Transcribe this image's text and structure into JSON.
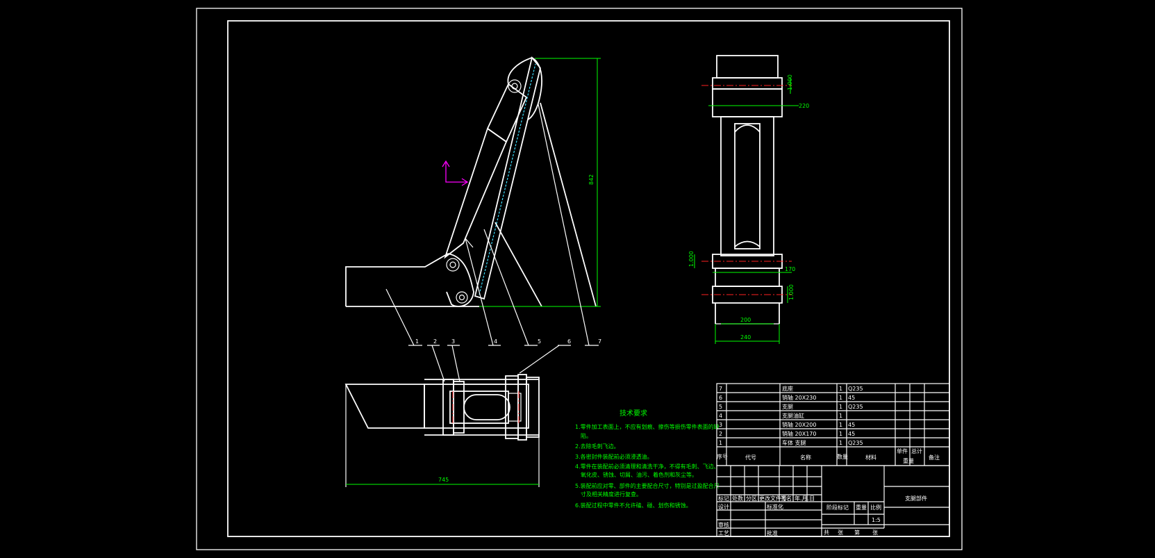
{
  "colors": {
    "background": "#000000",
    "lines": "#ffffff",
    "dimensions": "#00ff00",
    "centerlines": "#ff2020",
    "hatch": "#40e0ff",
    "ucs": "#ff00ff"
  },
  "balloons": [
    "1",
    "2",
    "3",
    "4",
    "5",
    "6",
    "7"
  ],
  "dimensions": {
    "height": "842",
    "length": "745",
    "top_w1": "1.000",
    "top_w2": "220",
    "mid_h": "1.000",
    "mid_w": "170",
    "bot_h": "1.000",
    "bot_w1": "200",
    "bot_w2": "240"
  },
  "tech": {
    "heading": "技术要求",
    "items": [
      "1.零件加工表面上，不应有划痕、擦伤等损伤零件表面的缺",
      "陷。",
      "2.去除毛刺飞边。",
      "3.各密封件装配前必须浸透油。",
      "4.零件在装配前必须清理和清洗干净，不得有毛刺、飞边、",
      "氧化皮、锈蚀、切屑、油污、着色剂和灰尘等。",
      "5.装配前应对零、部件的主要配合尺寸，特别是过盈配合尺",
      "寸及相关精度进行复查。",
      "6.装配过程中零件不允许磕、碰、划伤和锈蚀。"
    ]
  },
  "bom": {
    "rows": [
      {
        "no": "7",
        "name": "底座",
        "qty": "1",
        "mat": "Q235"
      },
      {
        "no": "6",
        "name": "销轴 20X230",
        "qty": "1",
        "mat": "45"
      },
      {
        "no": "5",
        "name": "支腿",
        "qty": "1",
        "mat": "Q235"
      },
      {
        "no": "4",
        "name": "支腿油缸",
        "qty": "1",
        "mat": ""
      },
      {
        "no": "3",
        "name": "销轴 20X200",
        "qty": "1",
        "mat": "45"
      },
      {
        "no": "2",
        "name": "销轴 20X170",
        "qty": "1",
        "mat": "45"
      },
      {
        "no": "1",
        "name": "车体 支腿",
        "qty": "1",
        "mat": "Q235"
      }
    ],
    "header": {
      "seq": "序号",
      "code": "代号",
      "name": "名称",
      "qty": "数量",
      "mat": "材料",
      "single": "单件",
      "total": "总计",
      "weight": "重量",
      "remark": "备注"
    }
  },
  "titleblock": {
    "labels": [
      "标记",
      "处数",
      "分区",
      "更改文件号",
      "签名",
      "年.月.日",
      "设计",
      "标准化",
      "审核",
      "工艺",
      "批准"
    ],
    "stage": "阶段标记",
    "weight": "重量",
    "scale": "比例",
    "scale_val": "1:5",
    "sheet": [
      "共",
      "张",
      "第",
      "张"
    ],
    "drawing_name": "支腿部件"
  }
}
